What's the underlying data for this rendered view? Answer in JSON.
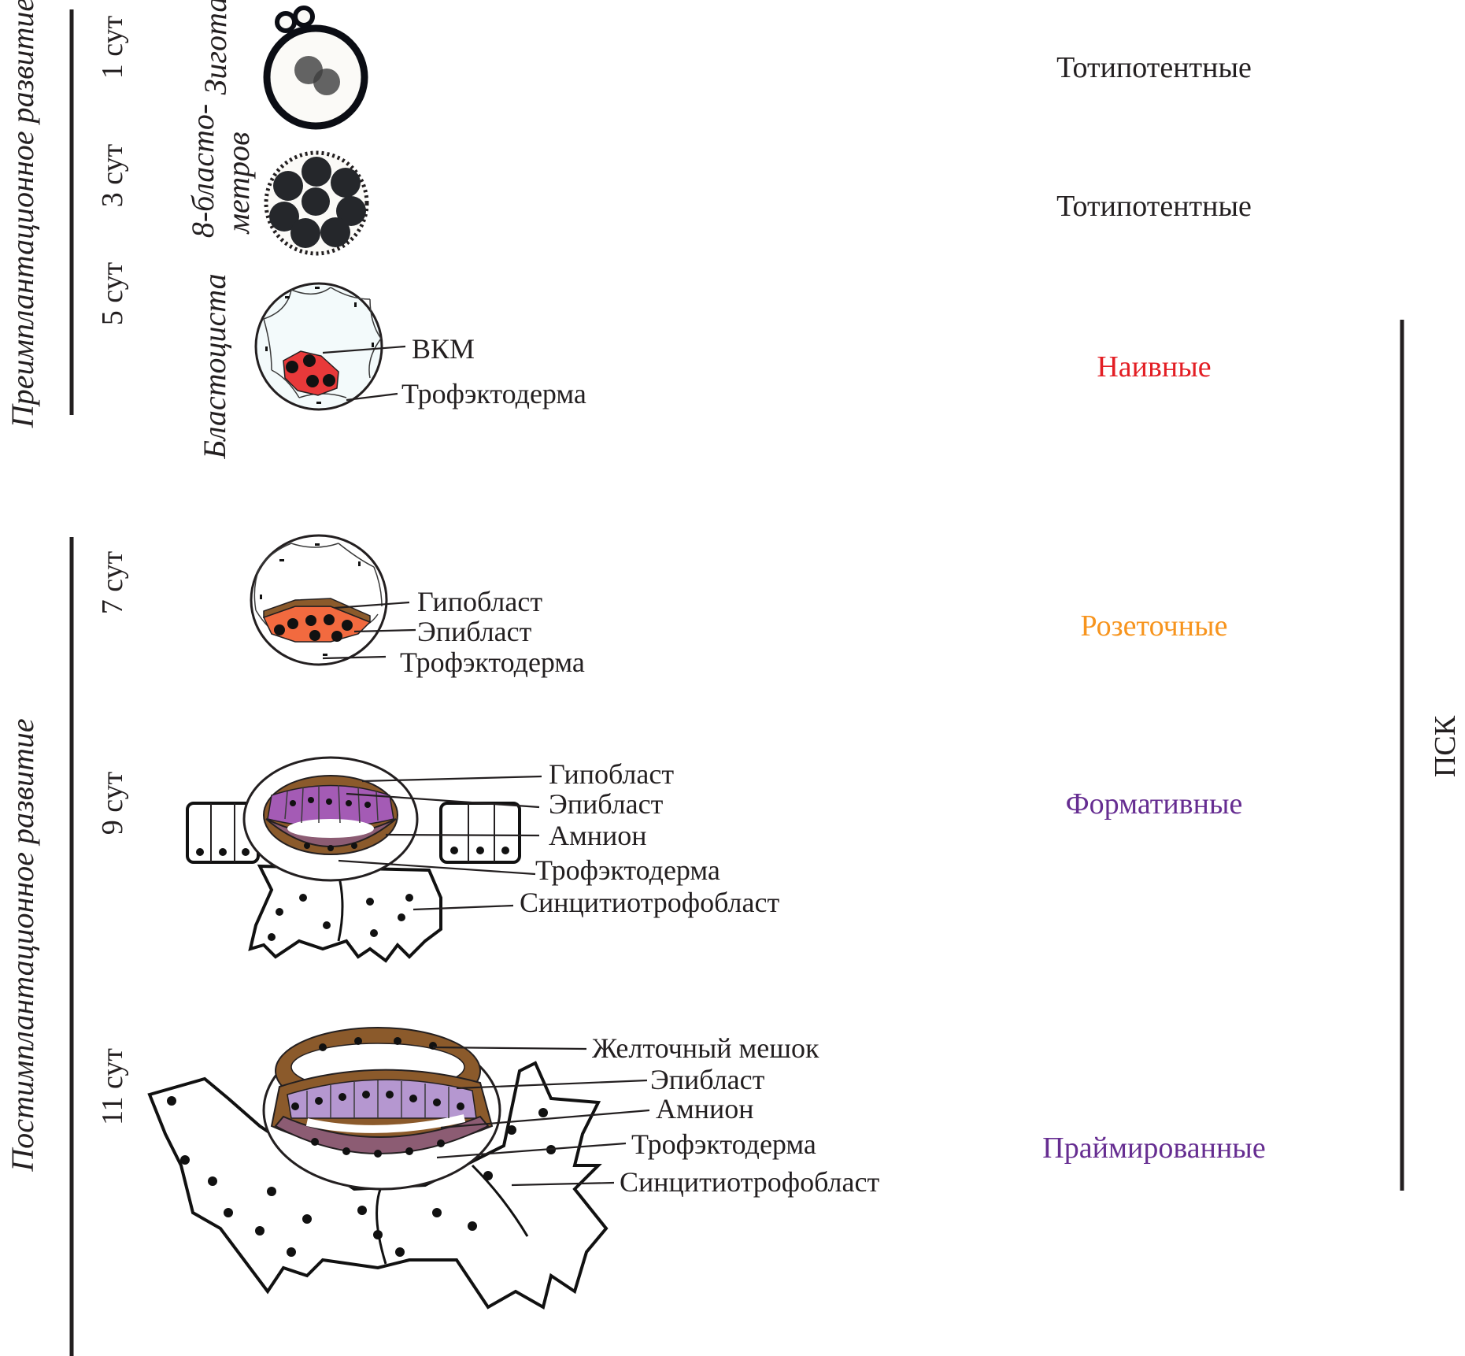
{
  "development_periods": {
    "preimplantation": "Преимплантационное развитие",
    "postimplantation": "Постимплантационное развитие"
  },
  "stages": [
    {
      "day": "1 сут",
      "name": "Зигота",
      "potency": "Тотипотентные",
      "potency_color": "#231f20",
      "parts": []
    },
    {
      "day": "3 сут",
      "name_line1": "8-бласто-",
      "name_line2": "метров",
      "potency": "Тотипотентные",
      "potency_color": "#231f20",
      "parts": []
    },
    {
      "day": "5 сут",
      "name": "Бластоциста",
      "potency": "Наивные",
      "potency_color": "#e31e24",
      "parts": [
        "ВКМ",
        "Трофэктодерма"
      ]
    },
    {
      "day": "7 сут",
      "potency": "Розеточные",
      "potency_color": "#f7941d",
      "parts": [
        "Гипобласт",
        "Эпибласт",
        "Трофэктодерма"
      ]
    },
    {
      "day": "9 сут",
      "potency": "Формативные",
      "potency_color": "#662d91",
      "parts": [
        "Гипобласт",
        "Эпибласт",
        "Амнион",
        "Трофэктодерма",
        "Синцитиотрофобласт"
      ]
    },
    {
      "day": "11 сут",
      "potency": "Праймированные",
      "potency_color": "#662d91",
      "parts": [
        "Желточный мешок",
        "Эпибласт",
        "Амнион",
        "Трофэктодерма",
        "Синцитиотрофобласт"
      ]
    }
  ],
  "psc_label": "ПСК",
  "colors": {
    "icm_red": "#e8393a",
    "epiblast_day7": "#f26a3f",
    "hypoblast_brown": "#8b5a2b",
    "epiblast_purple": "#a45bb5",
    "epiblast_lilac": "#b597d0",
    "amnion_mauve": "#8c5c73",
    "cavity_fill": "#f3fafb"
  }
}
